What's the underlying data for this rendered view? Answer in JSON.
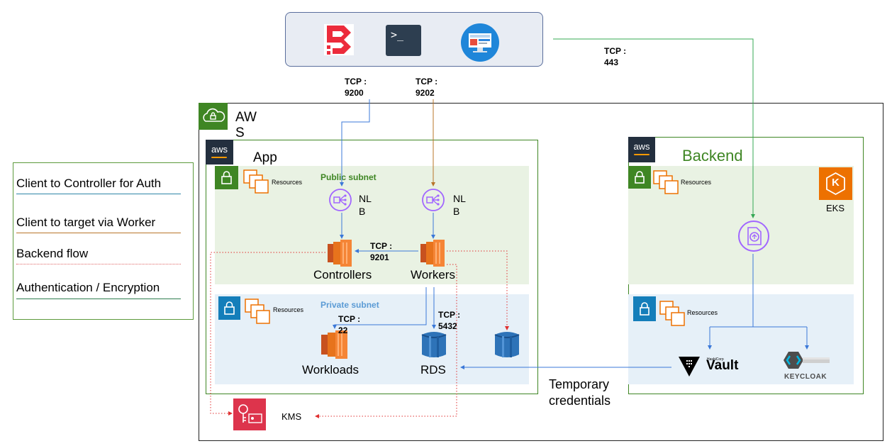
{
  "colors": {
    "aws_green": "#3f8624",
    "public_bg": "#e9f2e3",
    "private_bg": "#e6f0f8",
    "private_blue": "#147eba",
    "nlb_purple": "#a166ff",
    "ec2_orange": "#ed7100",
    "rds_blue": "#2e73b8",
    "kms_red": "#dd344c",
    "line_blue": "#3b78d8",
    "line_brown": "#b8742a",
    "line_red": "#e06666",
    "line_green": "#34a853",
    "tools_bg": "#e8ecf3",
    "tools_border": "#5a6e9c"
  },
  "tools": {
    "icons": [
      "boundary-logo-icon",
      "terminal-icon",
      "desktop-client-icon"
    ],
    "terminal_glyph": ">_"
  },
  "ports": {
    "p9200": {
      "line1": "TCP :",
      "line2": "9200"
    },
    "p9202": {
      "line1": "TCP :",
      "line2": "9202"
    },
    "p443": {
      "line1": "TCP :",
      "line2": "443"
    },
    "p9201": {
      "line1": "TCP :",
      "line2": "9201"
    },
    "p22": {
      "line1": "TCP :",
      "line2": "22"
    },
    "p5432": {
      "line1": "TCP :",
      "line2": "5432"
    }
  },
  "aws": {
    "title_line1": "AW",
    "title_line2": "S"
  },
  "app": {
    "title": "App",
    "aws_badge": "aws",
    "public_subnet": "Public subnet",
    "private_subnet": "Private subnet",
    "resources_label": "Resources",
    "nlb_label_line1": "NL",
    "nlb_label_line2": "B",
    "controllers": "Controllers",
    "workers": "Workers",
    "workloads": "Workloads",
    "rds": "RDS"
  },
  "backend": {
    "title": "Backend",
    "aws_badge": "aws",
    "resources_label": "Resources",
    "eks": "EKS",
    "eks_glyph": "K",
    "vault_small": "HashiCorp",
    "vault": "Vault",
    "keycloak": "KEYCLOAK"
  },
  "kms": {
    "label": "KMS"
  },
  "temp_credentials": {
    "line1": "Temporary",
    "line2": "credentials"
  },
  "legend": {
    "items": [
      {
        "label": "Client to Controller for Auth",
        "color": "#3b78d8"
      },
      {
        "label": "Client to target via Worker",
        "color": "#b8742a"
      },
      {
        "label": "Backend flow",
        "color": "#e06666"
      },
      {
        "label": "Authentication / Encryption",
        "color": "#34a853"
      }
    ]
  }
}
